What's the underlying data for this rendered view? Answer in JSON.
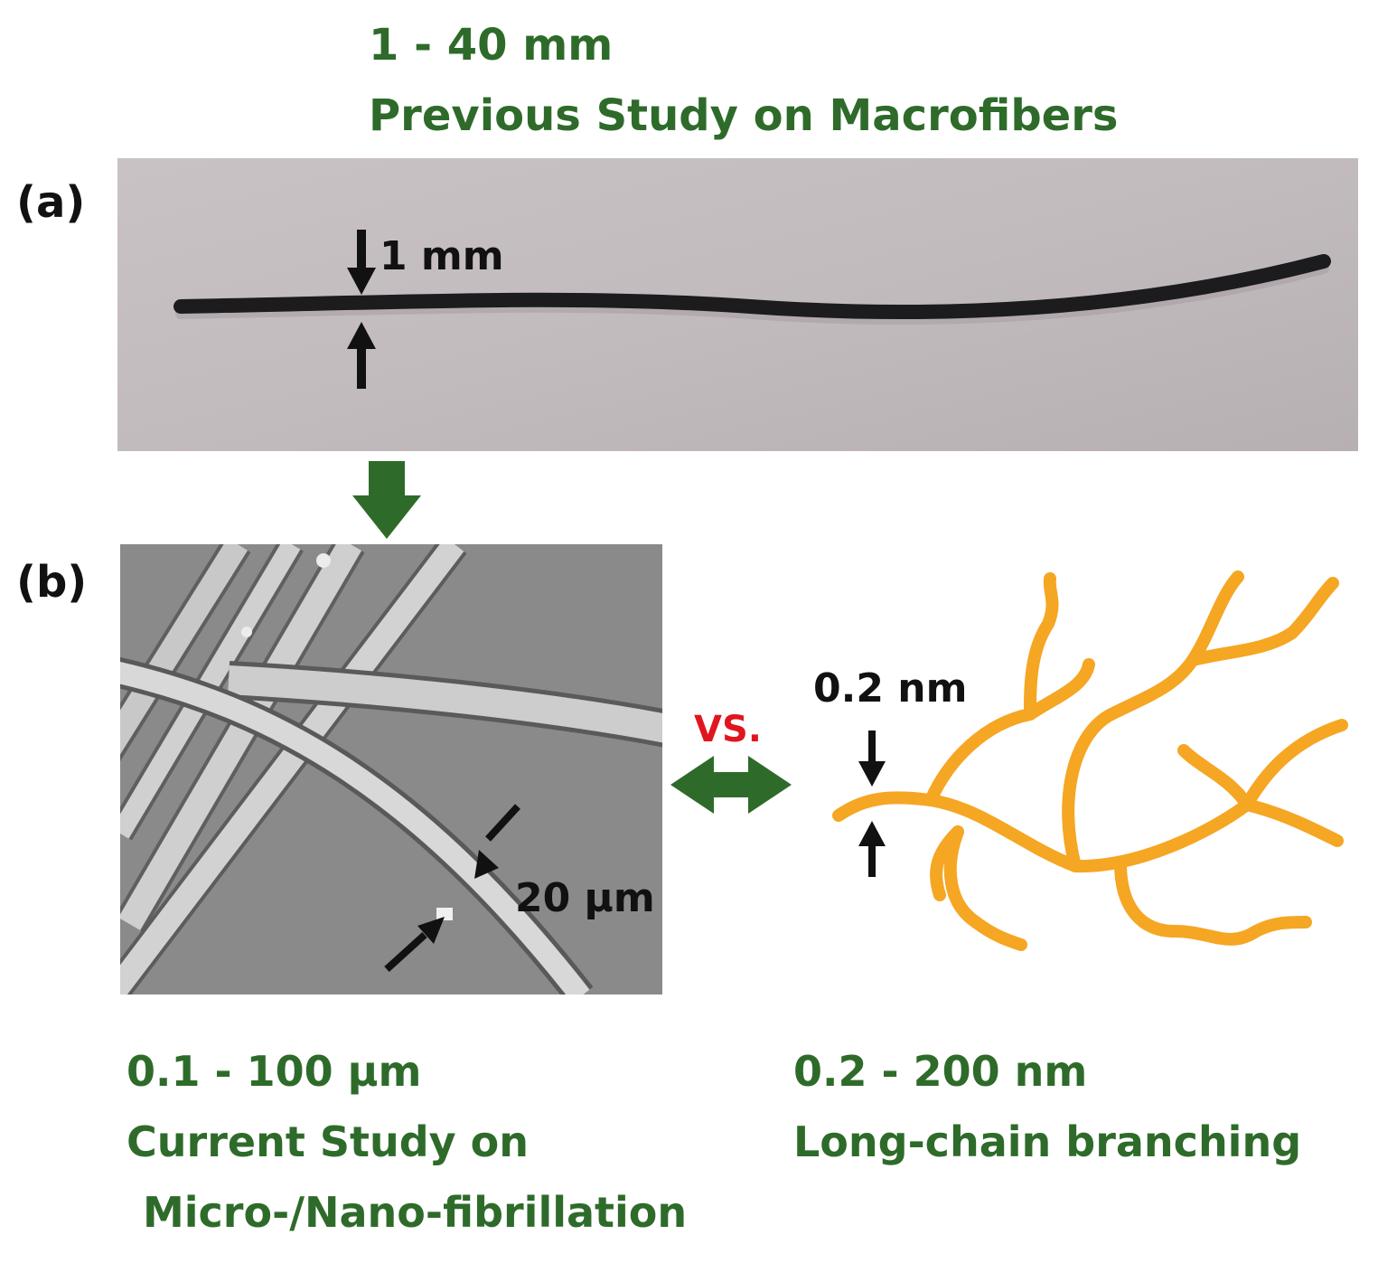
{
  "header": {
    "range": "1 - 40 mm",
    "title": "Previous Study on Macrofibers"
  },
  "panel_a": {
    "label": "(a)",
    "dimension": "1 mm"
  },
  "panel_b": {
    "label": "(b)",
    "sem_dimension": "20 μm",
    "vs": "VS.",
    "chain_dimension": "0.2 nm"
  },
  "footer_left": {
    "range": "0.1 - 100 μm",
    "line1": "Current Study on",
    "line2": "Micro-/Nano-fibrillation"
  },
  "footer_right": {
    "range": "0.2 - 200 nm",
    "line1": "Long-chain branching"
  },
  "colors": {
    "green": "#2e6b2a",
    "orange": "#f5a623",
    "red": "#e0161f"
  }
}
